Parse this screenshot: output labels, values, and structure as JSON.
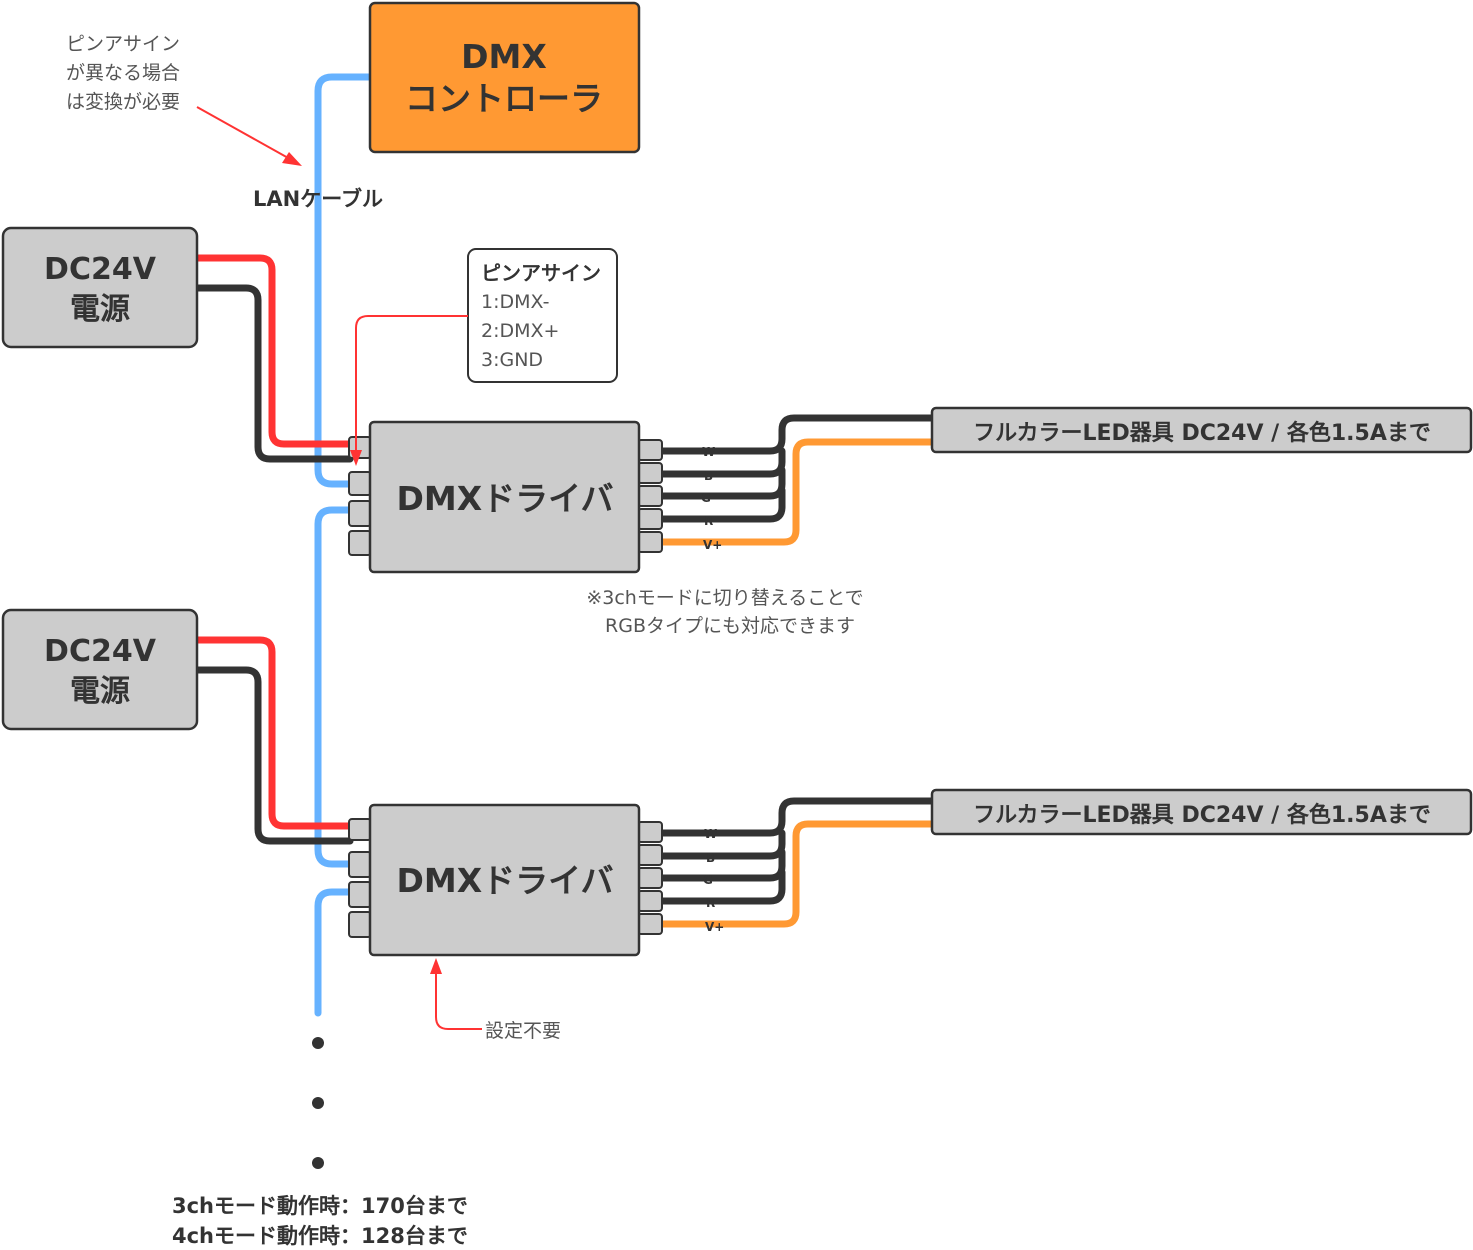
{
  "controller": {
    "line1": "DMX",
    "line2": "コントローラ"
  },
  "power_supply_1": {
    "line1": "DC24V",
    "line2": "電源"
  },
  "power_supply_2": {
    "line1": "DC24V",
    "line2": "電源"
  },
  "driver_1": {
    "label": "DMXドライバ"
  },
  "driver_2": {
    "label": "DMXドライバ"
  },
  "led_fixture_1": {
    "label": "フルカラーLED器具 DC24V / 各色1.5Aまで"
  },
  "led_fixture_2": {
    "label": "フルカラーLED器具 DC24V / 各色1.5Aまで"
  },
  "output_pins": [
    "W",
    "B",
    "G",
    "R",
    "V+"
  ],
  "lan_cable_label": "LANケーブル",
  "pin_conversion_note": {
    "line1": "ピンアサイン",
    "line2": "が異なる場合",
    "line3": "は変換が必要"
  },
  "pin_assign_box": {
    "title": "ピンアサイン",
    "pin1": "1:DMX-",
    "pin2": "2:DMX+",
    "pin3": "3:GND"
  },
  "rgb_note": {
    "line1": "※3chモードに切り替えることで",
    "line2": "RGBタイプにも対応できます"
  },
  "no_setting_note": "設定不要",
  "capacity": {
    "line1": "3chモード動作時：170台まで",
    "line2": "4chモード動作時：128台まで"
  },
  "colors": {
    "controller": "#ff9933",
    "device": "#cccccc",
    "dc_plus": "#ff3333",
    "dc_minus": "#333333",
    "lan": "#66b2ff",
    "v_plus": "#ff9933",
    "annotation": "#ff3333"
  }
}
